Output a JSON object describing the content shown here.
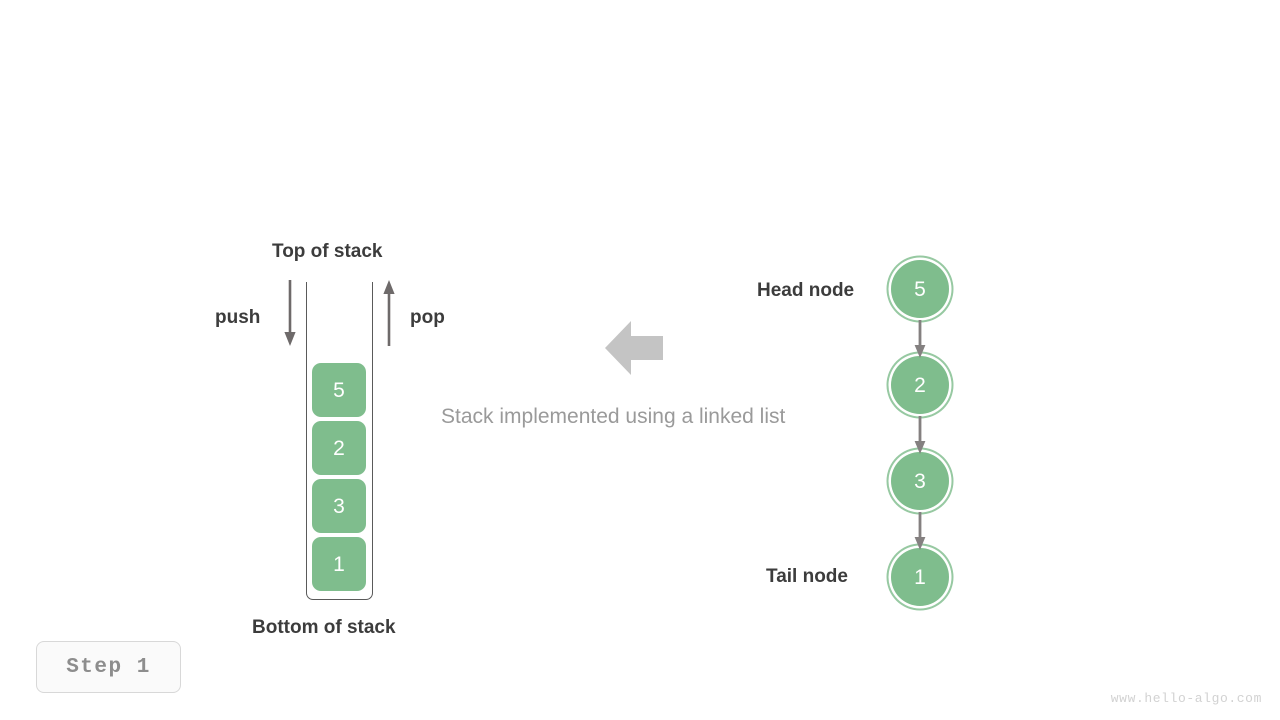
{
  "meta": {
    "background": "#ffffff",
    "accent_green": "#7fbd8d",
    "accent_green_ring": "#97c9a2",
    "label_color": "#3c3c3c",
    "caption_color": "#9a9a9a",
    "arrow_gray": "#6e6a6a",
    "big_arrow_gray": "#c4c4c4",
    "watermark_color": "#d2d2d2"
  },
  "stack": {
    "top_label": "Top of stack",
    "bottom_label": "Bottom of stack",
    "push_label": "push",
    "pop_label": "pop",
    "blocks": [
      {
        "value": "5"
      },
      {
        "value": "2"
      },
      {
        "value": "3"
      },
      {
        "value": "1"
      }
    ]
  },
  "center": {
    "caption": "Stack implemented using a linked list",
    "arrow_direction": "left"
  },
  "linked_list": {
    "head_label": "Head node",
    "tail_label": "Tail node",
    "nodes": [
      {
        "value": "5"
      },
      {
        "value": "2"
      },
      {
        "value": "3"
      },
      {
        "value": "1"
      }
    ]
  },
  "footer": {
    "step_label": "Step 1",
    "watermark": "www.hello-algo.com"
  }
}
